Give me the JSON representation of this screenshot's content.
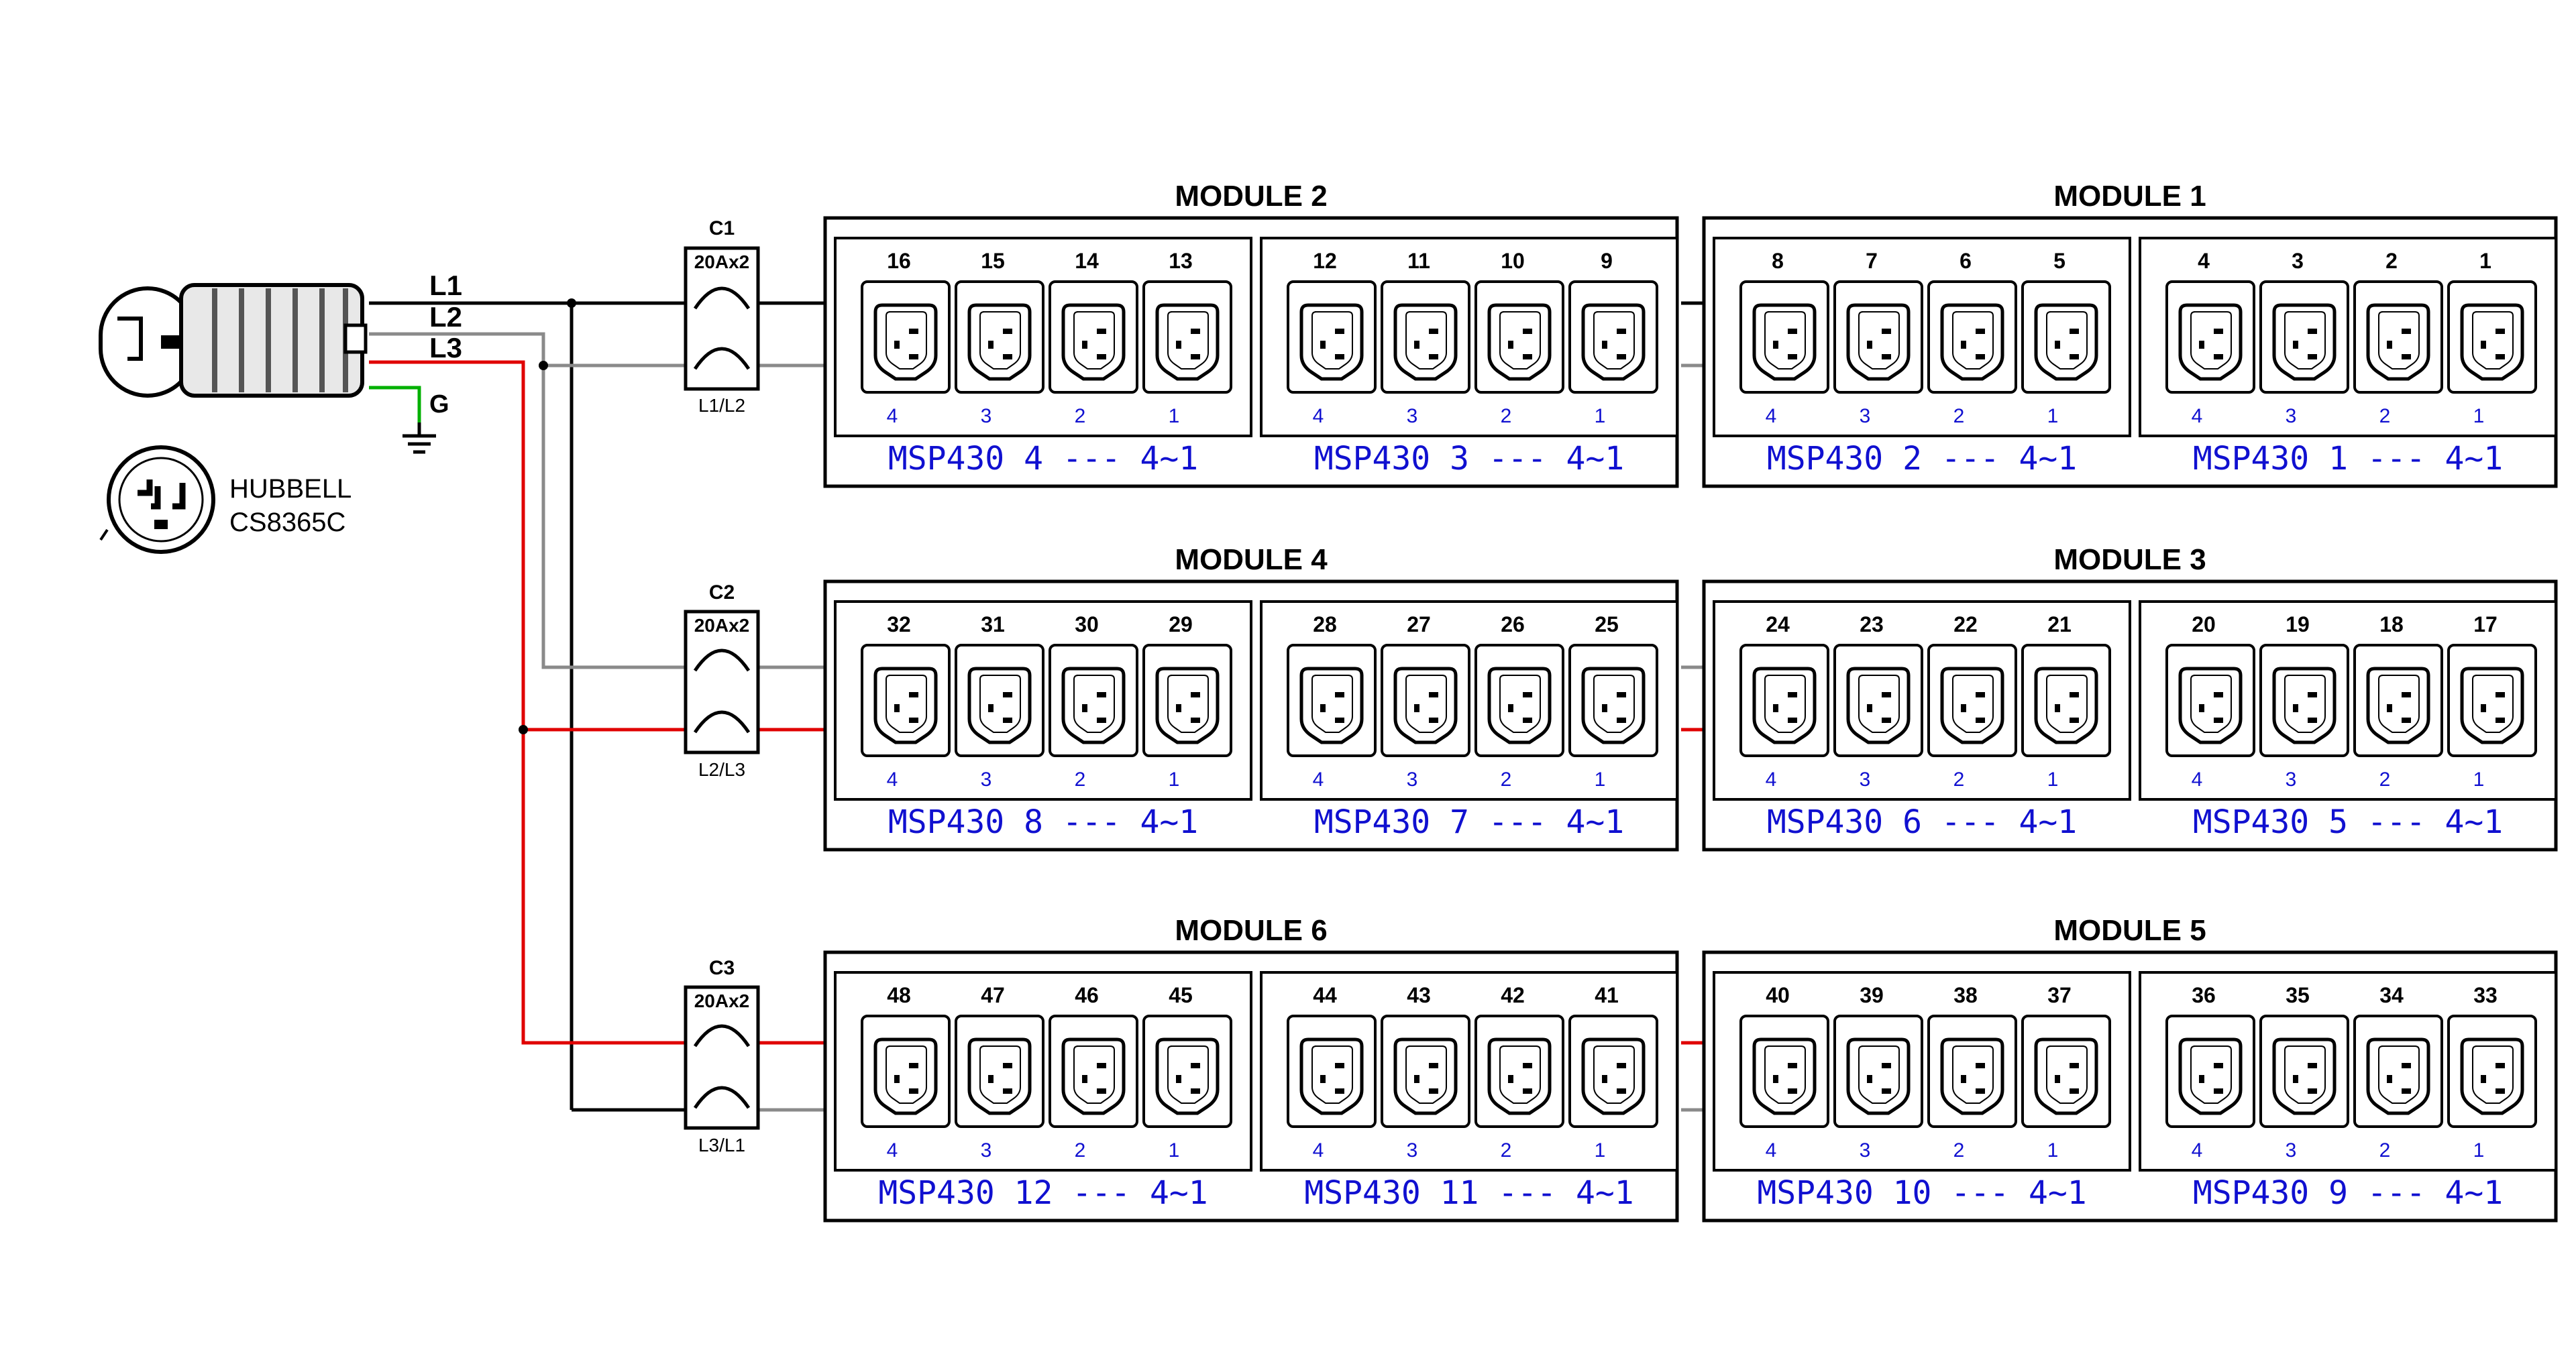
{
  "colors": {
    "L1": "#000000",
    "L2": "#8a8a8a",
    "L3": "#e00000",
    "G": "#00b000",
    "label_blue": "#1010d0"
  },
  "plug": {
    "model_line1": "HUBBELL",
    "model_line2": "CS8365C"
  },
  "lines": {
    "L1": "L1",
    "L2": "L2",
    "L3": "L3",
    "G": "G"
  },
  "breakers": [
    {
      "id": "C1",
      "rating": "20Ax2",
      "phase": "L1/L2"
    },
    {
      "id": "C2",
      "rating": "20Ax2",
      "phase": "L2/L3"
    },
    {
      "id": "C3",
      "rating": "20Ax2",
      "phase": "L3/L1"
    }
  ],
  "modules": [
    {
      "title": "MODULE 2",
      "groups": [
        {
          "outlets": [
            "16",
            "15",
            "14",
            "13"
          ],
          "subnums": [
            "4",
            "3",
            "2",
            "1"
          ],
          "msp": "MSP430 4 --- 4~1"
        },
        {
          "outlets": [
            "12",
            "11",
            "10",
            "9"
          ],
          "subnums": [
            "4",
            "3",
            "2",
            "1"
          ],
          "msp": "MSP430 3 --- 4~1"
        }
      ]
    },
    {
      "title": "MODULE 1",
      "groups": [
        {
          "outlets": [
            "8",
            "7",
            "6",
            "5"
          ],
          "subnums": [
            "4",
            "3",
            "2",
            "1"
          ],
          "msp": "MSP430 2 --- 4~1"
        },
        {
          "outlets": [
            "4",
            "3",
            "2",
            "1"
          ],
          "subnums": [
            "4",
            "3",
            "2",
            "1"
          ],
          "msp": "MSP430 1 --- 4~1"
        }
      ]
    },
    {
      "title": "MODULE 4",
      "groups": [
        {
          "outlets": [
            "32",
            "31",
            "30",
            "29"
          ],
          "subnums": [
            "4",
            "3",
            "2",
            "1"
          ],
          "msp": "MSP430 8 --- 4~1"
        },
        {
          "outlets": [
            "28",
            "27",
            "26",
            "25"
          ],
          "subnums": [
            "4",
            "3",
            "2",
            "1"
          ],
          "msp": "MSP430 7 --- 4~1"
        }
      ]
    },
    {
      "title": "MODULE 3",
      "groups": [
        {
          "outlets": [
            "24",
            "23",
            "22",
            "21"
          ],
          "subnums": [
            "4",
            "3",
            "2",
            "1"
          ],
          "msp": "MSP430 6 --- 4~1"
        },
        {
          "outlets": [
            "20",
            "19",
            "18",
            "17"
          ],
          "subnums": [
            "4",
            "3",
            "2",
            "1"
          ],
          "msp": "MSP430 5 --- 4~1"
        }
      ]
    },
    {
      "title": "MODULE 6",
      "groups": [
        {
          "outlets": [
            "48",
            "47",
            "46",
            "45"
          ],
          "subnums": [
            "4",
            "3",
            "2",
            "1"
          ],
          "msp": "MSP430 12 --- 4~1"
        },
        {
          "outlets": [
            "44",
            "43",
            "42",
            "41"
          ],
          "subnums": [
            "4",
            "3",
            "2",
            "1"
          ],
          "msp": "MSP430 11 --- 4~1"
        }
      ]
    },
    {
      "title": "MODULE 5",
      "groups": [
        {
          "outlets": [
            "40",
            "39",
            "38",
            "37"
          ],
          "subnums": [
            "4",
            "3",
            "2",
            "1"
          ],
          "msp": "MSP430 10 --- 4~1"
        },
        {
          "outlets": [
            "36",
            "35",
            "34",
            "33"
          ],
          "subnums": [
            "4",
            "3",
            "2",
            "1"
          ],
          "msp": "MSP430 9 --- 4~1"
        }
      ]
    }
  ]
}
